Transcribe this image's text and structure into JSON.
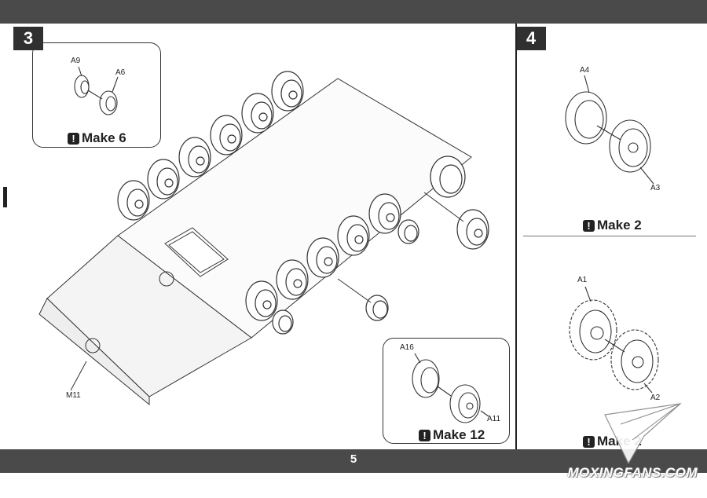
{
  "page": {
    "number": "5"
  },
  "step3": {
    "number": "3",
    "inset_top": {
      "labels": [
        "A9",
        "A6"
      ],
      "make": "Make 6"
    },
    "inset_bottom": {
      "labels": [
        "A16",
        "A11"
      ],
      "make": "Make 12"
    },
    "hull_label": "M11"
  },
  "step4": {
    "number": "4",
    "top": {
      "labels": [
        "A4",
        "A3"
      ],
      "make": "Make 2"
    },
    "bottom": {
      "labels": [
        "A1",
        "A2"
      ],
      "make": "Make 2"
    }
  },
  "icons": {
    "make_mark": "!"
  },
  "watermark": "MOXINGFANS.COM"
}
